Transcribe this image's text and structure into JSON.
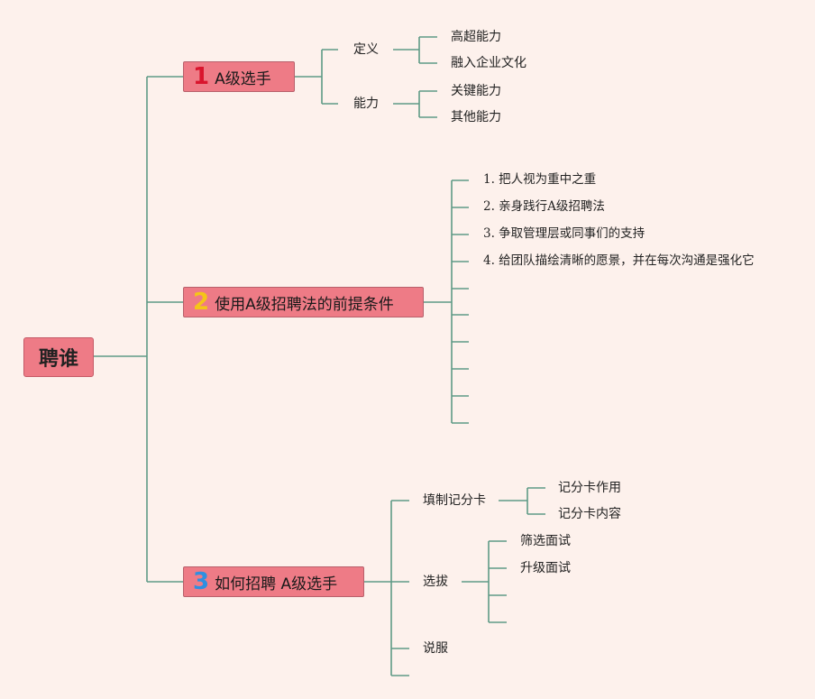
{
  "root": {
    "label": "聘谁"
  },
  "branches": [
    {
      "number": "1",
      "number_color": "#d9152d",
      "label": "A级选手",
      "children": [
        {
          "label": "定义",
          "children": [
            "高超能力",
            "融入企业文化"
          ]
        },
        {
          "label": "能力",
          "children": [
            "关键能力",
            "其他能力"
          ]
        }
      ]
    },
    {
      "number": "2",
      "number_color": "#f5c518",
      "label": "使用A级招聘法的前提条件",
      "items": [
        "1. 把人视为重中之重",
        "2. 亲身践行A级招聘法",
        "3. 争取管理层或同事们的支持",
        "4. 给团队描绘清晰的愿景，并在每次沟通是强化它"
      ]
    },
    {
      "number": "3",
      "number_color": "#2f8fe0",
      "label": "如何招聘 A级选手",
      "children": [
        {
          "label": "填制记分卡",
          "children": [
            "记分卡作用",
            "记分卡内容"
          ]
        },
        {
          "label": "选拔",
          "children": [
            "筛选面试",
            "升级面试"
          ]
        },
        {
          "label": "说服",
          "children": []
        }
      ]
    }
  ],
  "colors": {
    "background": "#fdf1ec",
    "node_fill": "#ee7b86",
    "line": "#5f9a86"
  }
}
